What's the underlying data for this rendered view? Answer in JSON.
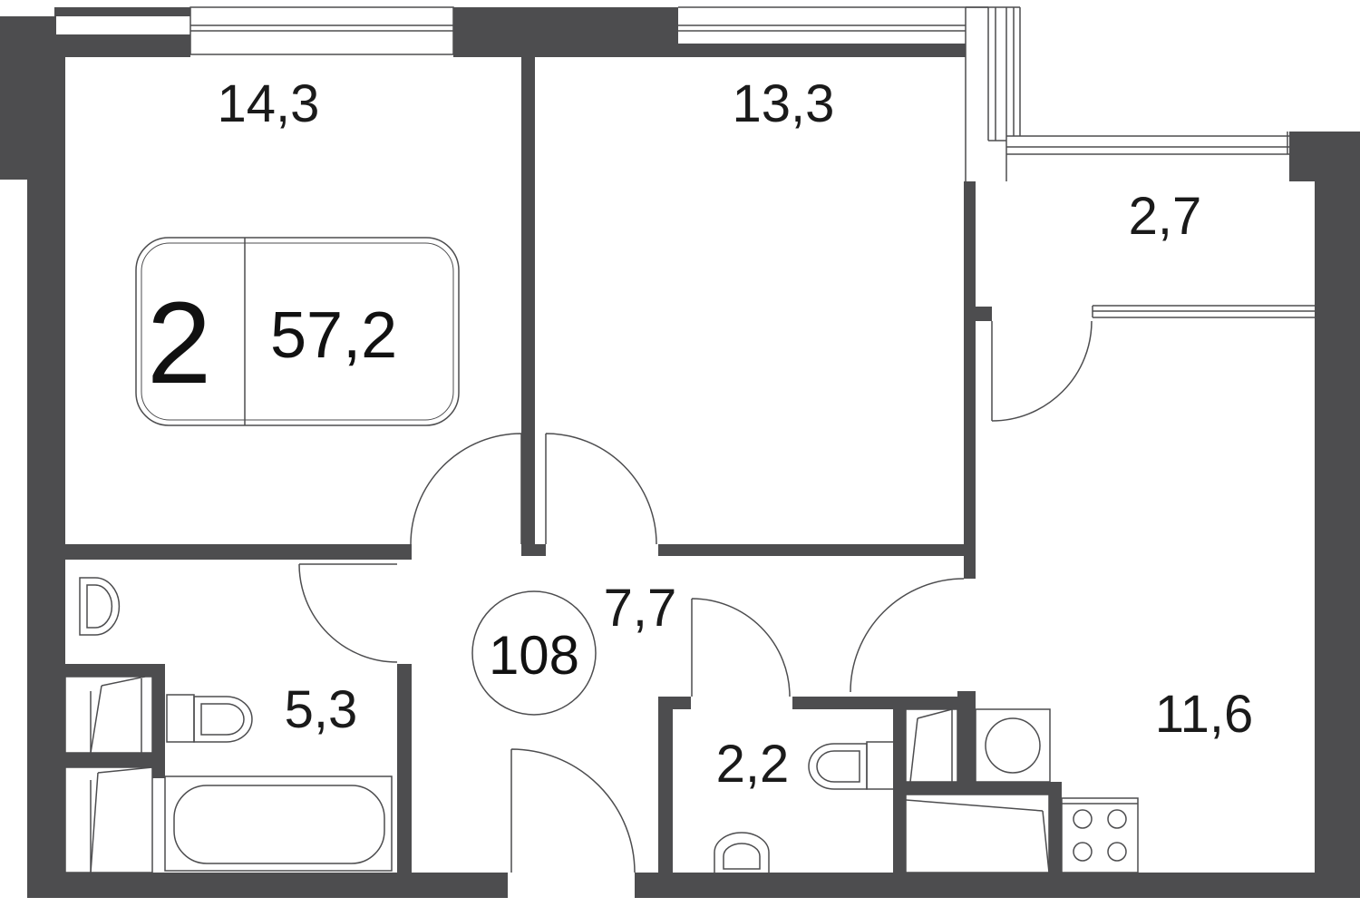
{
  "colors": {
    "wall": "#4d4d4f",
    "line": "#4d4d4f",
    "background": "#ffffff",
    "text": "#1a1a1a"
  },
  "apartment": {
    "rooms": "2",
    "total_area": "57,2",
    "number": "108"
  },
  "rooms": {
    "bedroom_left": "14,3",
    "bedroom_right": "13,3",
    "balcony": "2,7",
    "kitchen_living": "11,6",
    "hallway": "7,7",
    "bathroom": "5,3",
    "toilet": "2,2"
  },
  "fixtures": [
    "toilet-icon",
    "bathtub-icon",
    "sink-icon",
    "washing-machine-icon",
    "stove-icon",
    "wardrobe-icon"
  ]
}
